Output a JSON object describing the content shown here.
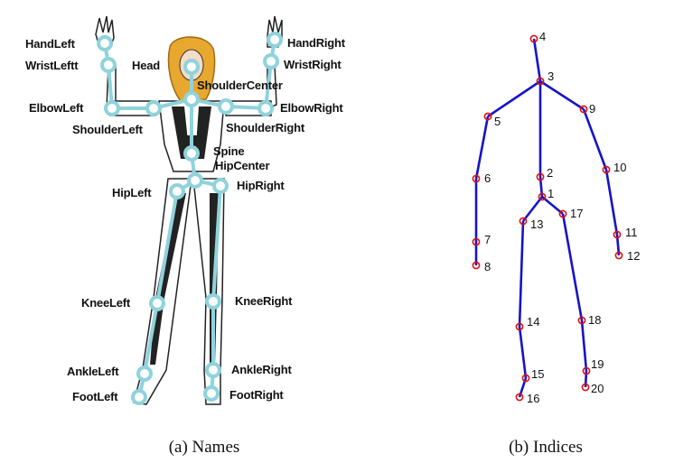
{
  "panels": {
    "names": {
      "caption": "(a) Names",
      "joints": [
        {
          "key": "HandLeft",
          "label": "HandLeft"
        },
        {
          "key": "WristLeft",
          "label": "WristLeftt"
        },
        {
          "key": "Head",
          "label": "Head"
        },
        {
          "key": "ShoulderCenter",
          "label": "ShoulderCenter"
        },
        {
          "key": "HandRight",
          "label": "HandRight"
        },
        {
          "key": "WristRight",
          "label": "WristRight"
        },
        {
          "key": "ElbowLeft",
          "label": "ElbowLeft"
        },
        {
          "key": "ShoulderLeft",
          "label": "ShoulderLeft"
        },
        {
          "key": "ElbowRight",
          "label": "ElbowRight"
        },
        {
          "key": "ShoulderRight",
          "label": "ShoulderRight"
        },
        {
          "key": "Spine",
          "label": "Spine"
        },
        {
          "key": "HipCenter",
          "label": "HipCenter"
        },
        {
          "key": "HipLeft",
          "label": "HipLeft"
        },
        {
          "key": "HipRight",
          "label": "HipRight"
        },
        {
          "key": "KneeLeft",
          "label": "KneeLeft"
        },
        {
          "key": "KneeRight",
          "label": "KneeRight"
        },
        {
          "key": "AnkleLeft",
          "label": "AnkleLeft"
        },
        {
          "key": "AnkleRight",
          "label": "AnkleRight"
        },
        {
          "key": "FootLeft",
          "label": "FootLeft"
        },
        {
          "key": "FootRight",
          "label": "FootRight"
        }
      ]
    },
    "indices": {
      "caption": "(b) Indices",
      "joints": [
        "1",
        "2",
        "3",
        "4",
        "5",
        "6",
        "7",
        "8",
        "9",
        "10",
        "11",
        "12",
        "13",
        "14",
        "15",
        "16",
        "17",
        "18",
        "19",
        "20"
      ],
      "bones": [
        [
          4,
          3
        ],
        [
          3,
          2
        ],
        [
          2,
          1
        ],
        [
          3,
          5
        ],
        [
          5,
          6
        ],
        [
          6,
          7
        ],
        [
          7,
          8
        ],
        [
          3,
          9
        ],
        [
          9,
          10
        ],
        [
          10,
          11
        ],
        [
          11,
          12
        ],
        [
          1,
          13
        ],
        [
          13,
          14
        ],
        [
          14,
          15
        ],
        [
          15,
          16
        ],
        [
          1,
          17
        ],
        [
          17,
          18
        ],
        [
          18,
          19
        ],
        [
          19,
          20
        ]
      ]
    }
  },
  "colors": {
    "joint_ring": "#8fd3dc",
    "bone_blue": "#1414c8",
    "joint_red": "#e01010",
    "hair": "#e8a830",
    "ink": "#111111"
  }
}
